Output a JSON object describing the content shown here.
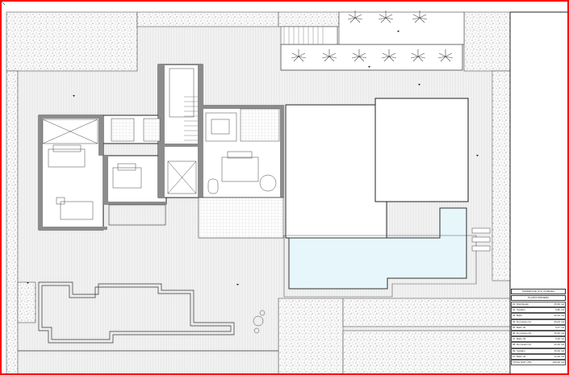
{
  "title_block": {
    "heading": "SUPERFICIE ÚTIL VIVIENDA",
    "subheading": "PLANTA PRIMERA",
    "rows": [
      {
        "name": "01. Distribuidor",
        "area": "15,90 m2"
      },
      {
        "name": "02. Vestidor",
        "area": "6,80 m2"
      },
      {
        "name": "03. Baño",
        "area": "22,10 m2"
      },
      {
        "name": "04. Dormitorio 01",
        "area": "25,00 m2"
      },
      {
        "name": "05. Baño 02",
        "area": "5,47 m2"
      },
      {
        "name": "06. Dormitorio 02",
        "area": "15,60 m2"
      },
      {
        "name": "07. Baño 03",
        "area": "5,30 m2"
      },
      {
        "name": "08. Dormitorio 04",
        "area": "21,20 m2"
      },
      {
        "name": "09. Vestidor",
        "area": "15,00 m2"
      },
      {
        "name": "10. Baño 04",
        "area": "11,90 m2"
      },
      {
        "name": "TOTAL SUP. ÚTIL",
        "area": "160,00 m2"
      }
    ]
  },
  "colors": {
    "border": "#ff0000",
    "wall": "#8c8c8c",
    "pool": "#e6f6fb",
    "lines": "#333333"
  }
}
